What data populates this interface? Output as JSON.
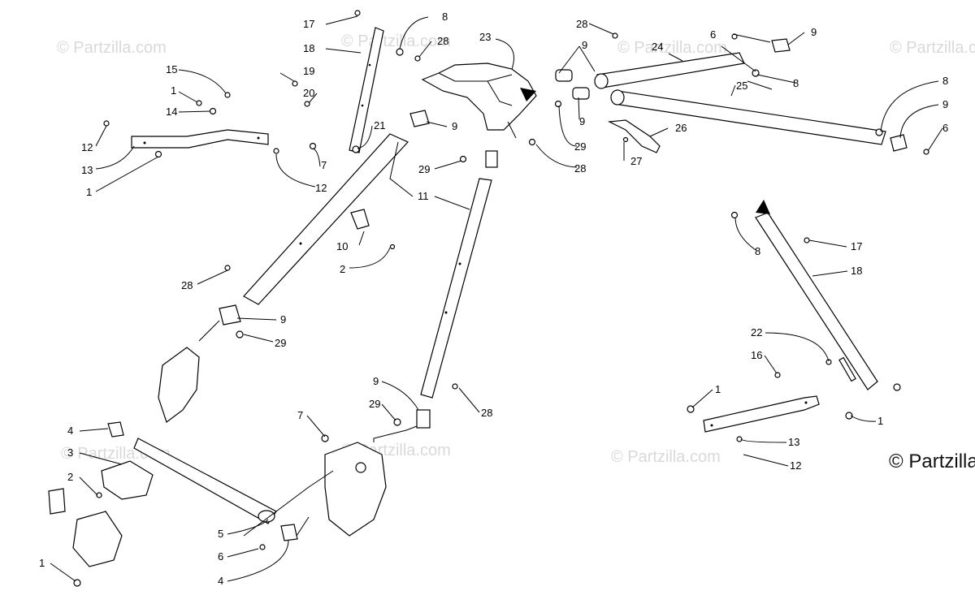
{
  "watermark": "© Partzilla.com",
  "copyright": "© Partzilla.com",
  "labels": [
    "1",
    "2",
    "3",
    "4",
    "5",
    "6",
    "7",
    "8",
    "9",
    "10",
    "11",
    "12",
    "13",
    "14",
    "15",
    "16",
    "17",
    "18",
    "19",
    "20",
    "21",
    "22",
    "23",
    "24",
    "25",
    "26",
    "27",
    "28",
    "29"
  ]
}
